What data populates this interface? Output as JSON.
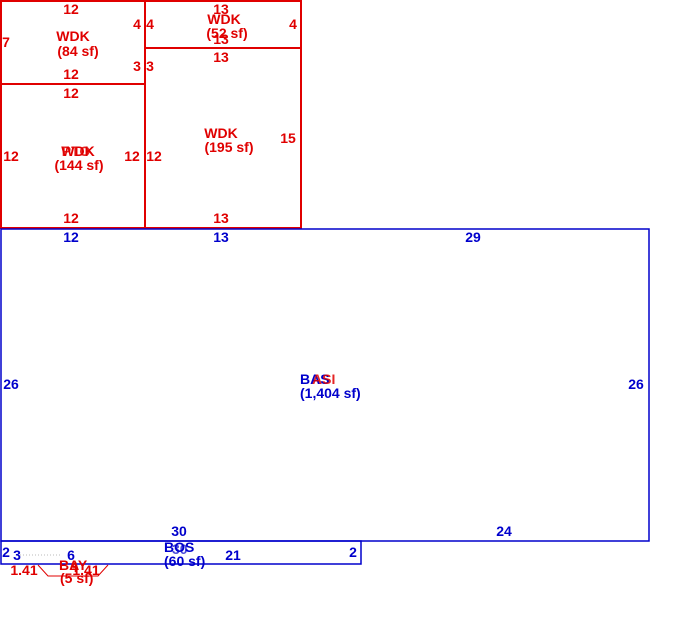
{
  "areas": {
    "wdk_top_left": {
      "code": "WDK",
      "size": "(84 sf)",
      "dims": {
        "top": "12",
        "bottom": "12",
        "left": "7",
        "right_a": "4",
        "right_b": "3"
      }
    },
    "wdk_top_right": {
      "code": "WDK",
      "size": "(52 sf)",
      "dims": {
        "top": "13",
        "bottom": "13",
        "left": "4",
        "right": "4"
      }
    },
    "red_overlap": {
      "code_a": "WDK",
      "code_b": "PTO",
      "size": "(144 sf)",
      "dims": {
        "top": "12",
        "bottom": "12",
        "left": "12",
        "right": "12"
      }
    },
    "wdk_mid_right": {
      "code": "WDK",
      "size": "(195 sf)",
      "dims": {
        "top": "13",
        "bottom": "13",
        "left": "3",
        "left2": "12",
        "right": "15"
      }
    },
    "bas": {
      "code_a": "BAS",
      "code_b": "ASI",
      "size": "(1,404 sf)",
      "dims": {
        "top_left": "12",
        "top_mid": "13",
        "top_right": "29",
        "left": "26",
        "right": "26",
        "bottom_left": "30",
        "bottom_right": "24"
      }
    },
    "bos": {
      "code": "BOS",
      "size": "(60 sf)",
      "dims": {
        "left": "2",
        "right": "2",
        "bottom": "21",
        "mid": "30",
        "left_inner": "3",
        "bottom_left": "6"
      }
    },
    "bay": {
      "code": "BAY",
      "size": "(5 sf)",
      "dims": {
        "left": "1.41",
        "right": "1.41",
        "mid": "4"
      }
    }
  },
  "colors": {
    "red": "#e00000",
    "blue": "#0000cc"
  }
}
